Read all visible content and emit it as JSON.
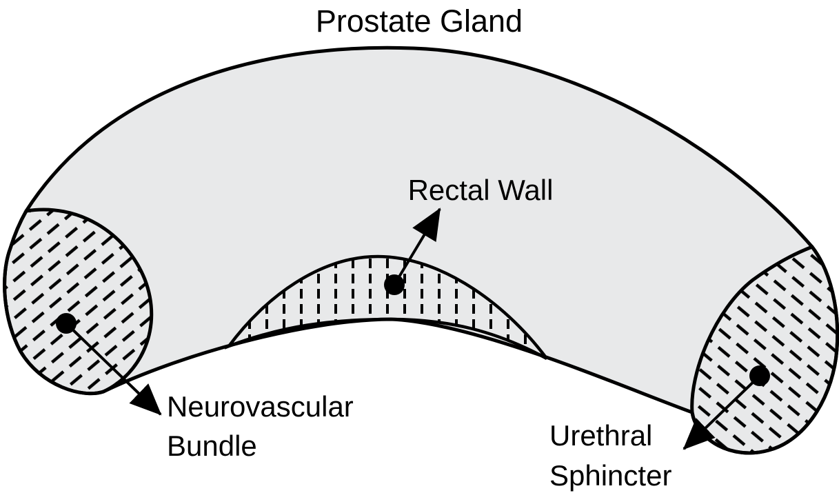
{
  "title": "Prostate Gland",
  "labels": {
    "rectal_wall": "Rectal Wall",
    "neurovascular_line1": "Neurovascular",
    "neurovascular_line2": "Bundle",
    "urethral_line1": "Urethral",
    "urethral_line2": "Sphincter"
  },
  "regions": [
    {
      "name": "prostate-gland",
      "label": "Prostate Gland",
      "style": "solid gray crescent body"
    },
    {
      "name": "neurovascular-bundle",
      "label": "Neurovascular Bundle",
      "style": "diagonal-up dashed hatch, left end cap"
    },
    {
      "name": "rectal-wall",
      "label": "Rectal Wall",
      "style": "vertical dashed hatch, center bottom lens"
    },
    {
      "name": "urethral-sphincter",
      "label": "Urethral Sphincter",
      "style": "diagonal-down dashed hatch, right end cap"
    }
  ],
  "colors": {
    "gland_fill": "#e8e9ea",
    "outline": "#000000",
    "text": "#000000",
    "background": "#ffffff"
  }
}
